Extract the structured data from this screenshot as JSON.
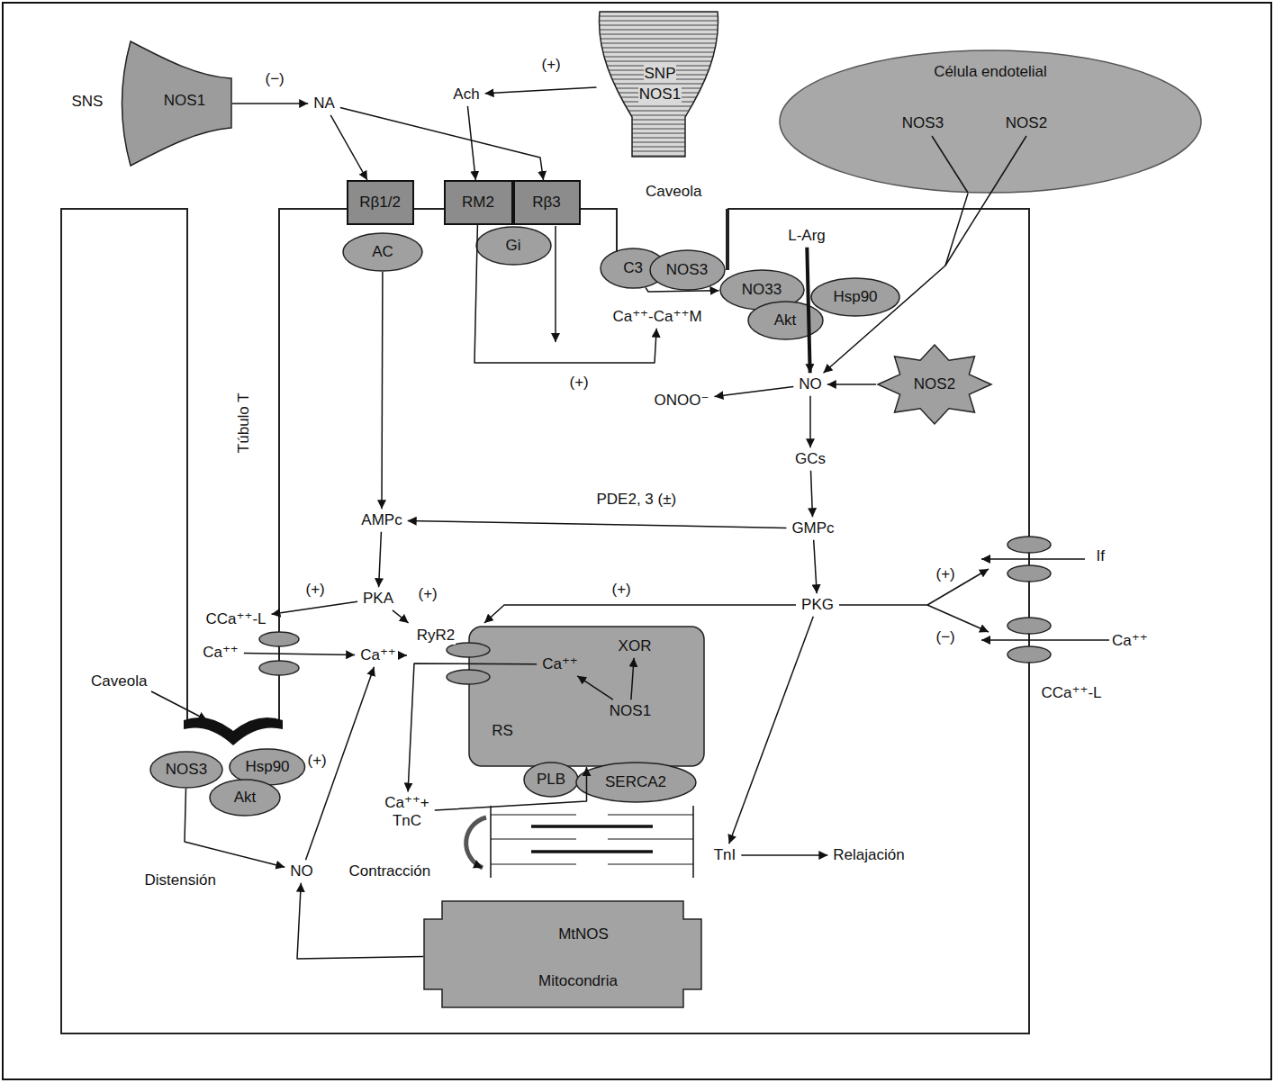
{
  "diagram": {
    "nodes": [
      {
        "text": [
          "NOS1"
        ]
      },
      {
        "text": [
          "NA"
        ]
      },
      {
        "text": [
          "Ach"
        ]
      },
      {
        "text": [
          "SNP",
          "NOS1"
        ]
      },
      {
        "text": [
          "Célula endotelial",
          "NOS3",
          "NOS2"
        ]
      },
      {
        "text": [
          "Rβ1/2"
        ]
      },
      {
        "text": [
          "RM2"
        ]
      },
      {
        "text": [
          "Rβ3"
        ]
      },
      {
        "text": [
          "AC"
        ]
      },
      {
        "text": [
          "Gi"
        ]
      },
      {
        "text": [
          "C3"
        ]
      },
      {
        "text": [
          "NOS3"
        ]
      },
      {
        "text": [
          "NO33"
        ]
      },
      {
        "text": [
          "Hsp90"
        ]
      },
      {
        "text": [
          "Akt"
        ]
      },
      {
        "text": [
          "L-Arg"
        ]
      },
      {
        "text": [
          "Ca⁺⁺-Ca⁺⁺M"
        ]
      },
      {
        "text": [
          "NO"
        ]
      },
      {
        "text": [
          "ONOO⁻"
        ]
      },
      {
        "text": [
          "NOS2"
        ]
      },
      {
        "text": [
          "GCs"
        ]
      },
      {
        "text": [
          "GMPc"
        ]
      },
      {
        "text": [
          "AMPc"
        ]
      },
      {
        "text": [
          "PKA"
        ]
      },
      {
        "text": [
          "PKG"
        ]
      },
      {
        "text": [
          "RyR2"
        ]
      },
      {
        "text": [
          "CCa⁺⁺-L"
        ]
      },
      {
        "text": [
          "Ca⁺⁺"
        ]
      },
      {
        "text": [
          "Ca⁺⁺"
        ]
      },
      {
        "text": [
          "RS"
        ]
      },
      {
        "text": [
          "Ca⁺⁺"
        ],
        "in": 29
      },
      {
        "text": [
          "XOR"
        ],
        "in": 29
      },
      {
        "text": [
          "NOS1"
        ],
        "in": 29
      },
      {
        "text": [
          "PLB"
        ]
      },
      {
        "text": [
          "SERCA2"
        ]
      },
      {
        "text": [
          "Ca⁺⁺+ TnC"
        ]
      },
      {
        "text": [
          "TnI"
        ]
      },
      {
        "text": [
          "Relajación"
        ]
      },
      {
        "text": [
          "NOS3"
        ]
      },
      {
        "text": [
          "Hsp90"
        ]
      },
      {
        "text": [
          "Akt"
        ]
      },
      {
        "text": [
          "NO"
        ]
      },
      {
        "text": [
          "MtNOS",
          "Mitocondria"
        ]
      }
    ],
    "edges": [
      {
        "from": 0,
        "to": 1,
        "arrow": "to",
        "label": "(−)"
      },
      {
        "from": 3,
        "to": 2,
        "arrow": "to",
        "label": "(+)"
      },
      {
        "from": 1,
        "to": 5,
        "arrow": "to"
      },
      {
        "from": 1,
        "to": 7,
        "arrow": "to"
      },
      {
        "from": 2,
        "to": 6,
        "arrow": "to"
      },
      {
        "from": 8,
        "to": 22,
        "arrow": "to"
      },
      {
        "from": 6,
        "to": 16,
        "arrow": "to",
        "label": "(+)"
      },
      {
        "from": 10,
        "to": 12,
        "arrow": "to"
      },
      {
        "from": 15,
        "to": 17,
        "arrow": "to"
      },
      {
        "from": 4,
        "to": 17,
        "arrow": "to"
      },
      {
        "from": 19,
        "to": 17,
        "arrow": "to"
      },
      {
        "from": 17,
        "to": 18,
        "arrow": "to"
      },
      {
        "from": 17,
        "to": 20,
        "arrow": "to"
      },
      {
        "from": 20,
        "to": 21,
        "arrow": "to"
      },
      {
        "from": 21,
        "to": 22,
        "arrow": "to",
        "label": "PDE2, 3 (±)"
      },
      {
        "from": 21,
        "to": 24,
        "arrow": "to"
      },
      {
        "from": 22,
        "to": 23,
        "arrow": "to"
      },
      {
        "from": 23,
        "to": 26,
        "arrow": "to",
        "label": "(+)"
      },
      {
        "from": 23,
        "to": 25,
        "arrow": "to",
        "label": "(+)"
      },
      {
        "from": 24,
        "to": 25,
        "arrow": "to",
        "label": "(+)"
      },
      {
        "from": 24,
        "to": 36,
        "arrow": "to"
      },
      {
        "from": 36,
        "to": 37,
        "arrow": "to"
      },
      {
        "from": 27,
        "to": 28,
        "arrow": "to"
      },
      {
        "from": 28,
        "to": 25,
        "arrow": "to"
      },
      {
        "from": 30,
        "to": 35,
        "arrow": "to"
      },
      {
        "from": 32,
        "to": 30,
        "arrow": "to"
      },
      {
        "from": 32,
        "to": 31,
        "arrow": "to"
      },
      {
        "from": 35,
        "to": 29,
        "arrow": "to"
      },
      {
        "from": 38,
        "to": 41,
        "arrow": "to"
      },
      {
        "from": 41,
        "to": 28,
        "arrow": "to",
        "label": "(+)"
      },
      {
        "from": 42,
        "to": 41,
        "arrow": "to"
      }
    ],
    "labels": [
      "SNS",
      "Caveola",
      "Túbulo T",
      "Caveola",
      "Contracción",
      "Distensión",
      "If",
      "(+)",
      "(−)",
      "Ca⁺⁺",
      "CCa⁺⁺-L"
    ]
  }
}
